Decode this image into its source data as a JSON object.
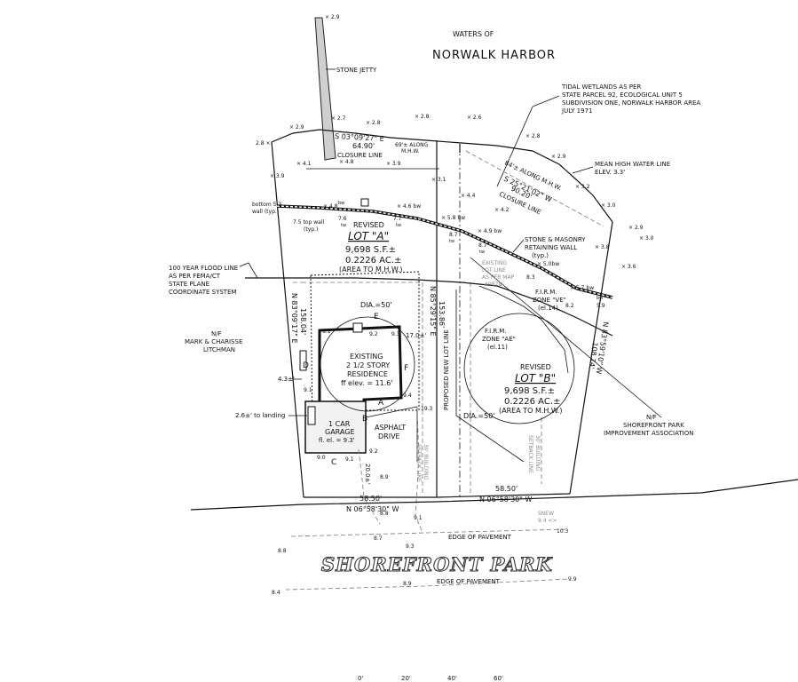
{
  "water": {
    "waters_of": "WATERS OF",
    "harbor": "NORWALK HARBOR",
    "jetty": "STONE JETTY",
    "tidal": [
      "TIDAL WETLANDS AS PER",
      "STATE PARCEL 92, ECOLOGICAL UNIT 5",
      "SUBDIVISION ONE, NORWALK HARBOR AREA",
      "JULY 1971"
    ],
    "mhw": [
      "MEAN HIGH WATER LINE",
      "ELEV. 3.3'"
    ]
  },
  "bearings": {
    "north_a": "S 03°09'27\" E",
    "north_a_dist": "64.90'",
    "along_mhw_a": "69'± ALONG",
    "along_mhw_a2": "M.H.W.",
    "closure_a": "CLOSURE LINE",
    "along_mhw_b": "84'± ALONG M.H.W.",
    "north_b": "S 25°21'02\" W",
    "north_b_dist": "90.20'",
    "closure_b": "CLOSURE LINE",
    "west_side": "N 83°09'17\" E",
    "west_side_dist": "158.04'",
    "mid_line": "N 85°29'15\" E",
    "mid_line_dist": "153.86'",
    "east_side": "N 83°59'10\" W",
    "east_side_dist": "108.74'",
    "south_a_dist": "58.50'",
    "south_a": "N 06°58'30\" W",
    "south_b_dist": "58.50'",
    "south_b": "N 06°58'30\" W",
    "proposed_lot_line": "PROPOSED NEW LOT LINE"
  },
  "lot_a": {
    "revised": "REVISED",
    "name": "LOT \"A\"",
    "sf": "9,698 S.F.±",
    "ac": "0.2226 AC.±",
    "area_to": "(AREA TO M.H.W.)"
  },
  "lot_b": {
    "revised": "REVISED",
    "name": "LOT \"B\"",
    "sf": "9,698 S.F.±",
    "ac": "0.2226 AC.±",
    "area_to": "(AREA TO M.H.W.)"
  },
  "residence": {
    "line1": "EXISTING",
    "line2": "2 1/2 STORY",
    "line3": "RESIDENCE",
    "ff": "ff elev. = 11.6'",
    "garage1": "1 CAR",
    "garage2": "GARAGE",
    "garage_fl": "fl. el. = 9.3'",
    "asphalt1": "ASPHALT",
    "asphalt2": "DRIVE",
    "dia_a": "DIA.=50'",
    "dia_b": "DIA.=50'",
    "letters": [
      "E",
      "F",
      "D",
      "A",
      "B",
      "C"
    ],
    "dim_174": "17.0±'",
    "dim_200": "20.0±'",
    "dim_43": "4.3±'",
    "dim_26": "2.6±' to landing"
  },
  "flood": {
    "line100": [
      "100 YEAR FLOOD LINE",
      "AS PER FEMA/CT",
      "STATE PLANE",
      "COORDINATE SYSTEM"
    ],
    "firm_ve": [
      "F.I.R.M.",
      "ZONE \"VE\"",
      "(el.14)"
    ],
    "firm_ae": [
      "F.I.R.M.",
      "ZONE \"AE\"",
      "(el.11)"
    ]
  },
  "wall": {
    "label": [
      "STONE & MASONRY",
      "RETAINING WALL",
      "(typ.)"
    ],
    "bottom": [
      "bottom 5.3",
      "wall (typ.)"
    ],
    "top": [
      "7.5 top wall",
      "(typ.)"
    ]
  },
  "existing_lot": [
    "EXISTING",
    "LOT LINE",
    "AS PER MAP",
    "#9878"
  ],
  "setbacks": [
    "30' BUILDING",
    "SETBACK LINE",
    "30' BUILDING",
    "SETBACK LINE"
  ],
  "neighbors": {
    "west": [
      "N/F",
      "MARK & CHARISSE",
      "LITCHMAN"
    ],
    "east": [
      "N/F",
      "SHOREFRONT PARK",
      "IMPROVEMENT ASSOCIATION"
    ]
  },
  "road": {
    "name": "SHOREFRONT PARK",
    "edge1": "EDGE OF PAVEMENT",
    "edge2": "EDGE OF PAVEMENT",
    "snew": [
      "SNEW",
      "9.4 <>"
    ]
  },
  "scale": [
    "0'",
    "20'",
    "40'",
    "60'"
  ],
  "spots": [
    {
      "v": "× 2.9"
    },
    {
      "v": "× 2.7"
    },
    {
      "v": "× 2.8"
    },
    {
      "v": "× 2.8"
    },
    {
      "v": "× 2.6"
    },
    {
      "v": "× 2.9"
    },
    {
      "v": "2.8 ×"
    },
    {
      "v": "× 4.1"
    },
    {
      "v": "× 4.8"
    },
    {
      "v": "× 3.9"
    },
    {
      "v": "× 3.9"
    },
    {
      "v": "× 3.1"
    },
    {
      "v": "× 2.8"
    },
    {
      "v": "× 2.9"
    },
    {
      "v": "× 3.2"
    },
    {
      "v": "× 4.4"
    },
    {
      "v": "× 4.2"
    },
    {
      "v": "× 3.0"
    },
    {
      "v": "× 2.9"
    },
    {
      "v": "× 3.0"
    },
    {
      "v": "× 3.6"
    },
    {
      "v": "× 3.8"
    },
    {
      "v": "× 4.8"
    },
    {
      "v": "× 4.6 bw"
    },
    {
      "v": "× 5.8 bw"
    },
    {
      "v": "× 4.9 bw"
    },
    {
      "v": "× 5.0bw"
    },
    {
      "v": "× 5.7 bw"
    },
    {
      "v": "8.7"
    },
    {
      "v": "8.7"
    },
    {
      "v": "8.3"
    },
    {
      "v": "8.2"
    },
    {
      "v": "7.6"
    },
    {
      "v": "7.7"
    },
    {
      "v": "9.1"
    },
    {
      "v": "9.2"
    },
    {
      "v": "9.3"
    },
    {
      "v": "9.4"
    },
    {
      "v": "9.1"
    },
    {
      "v": "19.3"
    },
    {
      "v": "9.0"
    },
    {
      "v": "9.1"
    },
    {
      "v": "9.2"
    },
    {
      "v": "8.9"
    },
    {
      "v": "8.8"
    },
    {
      "v": "9.1"
    },
    {
      "v": "9.3"
    },
    {
      "v": "8.7"
    },
    {
      "v": "10.3"
    },
    {
      "v": "8.8"
    },
    {
      "v": "8.9"
    },
    {
      "v": "9.9"
    },
    {
      "v": "8.4"
    },
    {
      "v": "bw"
    },
    {
      "v": "tw"
    },
    {
      "v": "tw"
    },
    {
      "v": "tw"
    },
    {
      "v": "tw"
    },
    {
      "v": "bw"
    },
    {
      "v": "5.9"
    }
  ]
}
